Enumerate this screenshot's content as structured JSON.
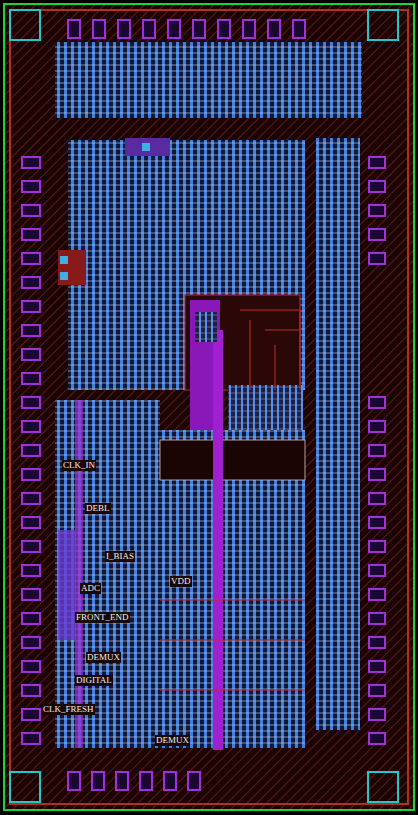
{
  "diagram": {
    "labels": [
      "CLK_IN",
      "DEBL",
      "I_BIAS",
      "VDD",
      "ADC",
      "FRONT_END",
      "DEMUX",
      "DIGITAL",
      "CLK_FRESH",
      "DEMUX"
    ]
  }
}
